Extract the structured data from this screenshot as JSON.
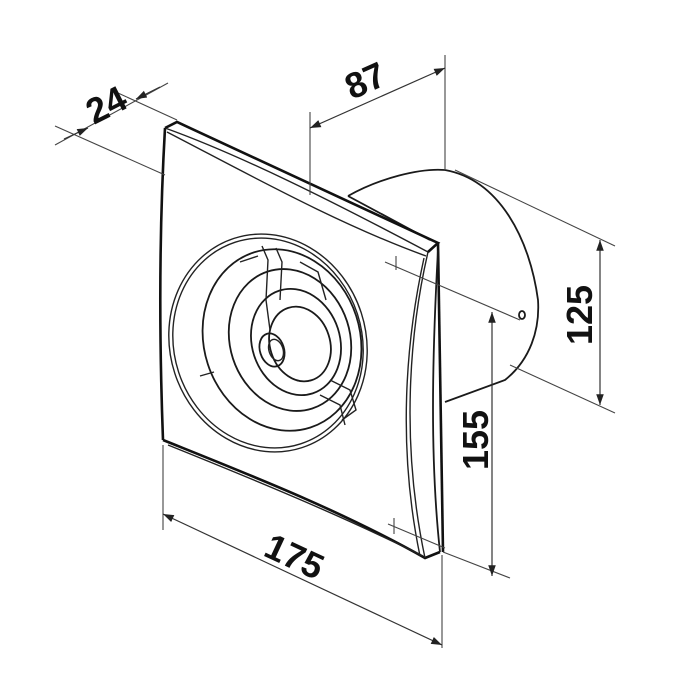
{
  "drawing": {
    "subject": "Exhaust fan with square front panel",
    "units": "mm",
    "line_color": "#111111",
    "background": "#ffffff"
  },
  "dimensions": {
    "panel_depth": {
      "label": "24"
    },
    "housing_depth": {
      "label": "87"
    },
    "duct_diameter": {
      "label": "125"
    },
    "mounting_height": {
      "label": "155"
    },
    "panel_width": {
      "label": "175"
    }
  }
}
